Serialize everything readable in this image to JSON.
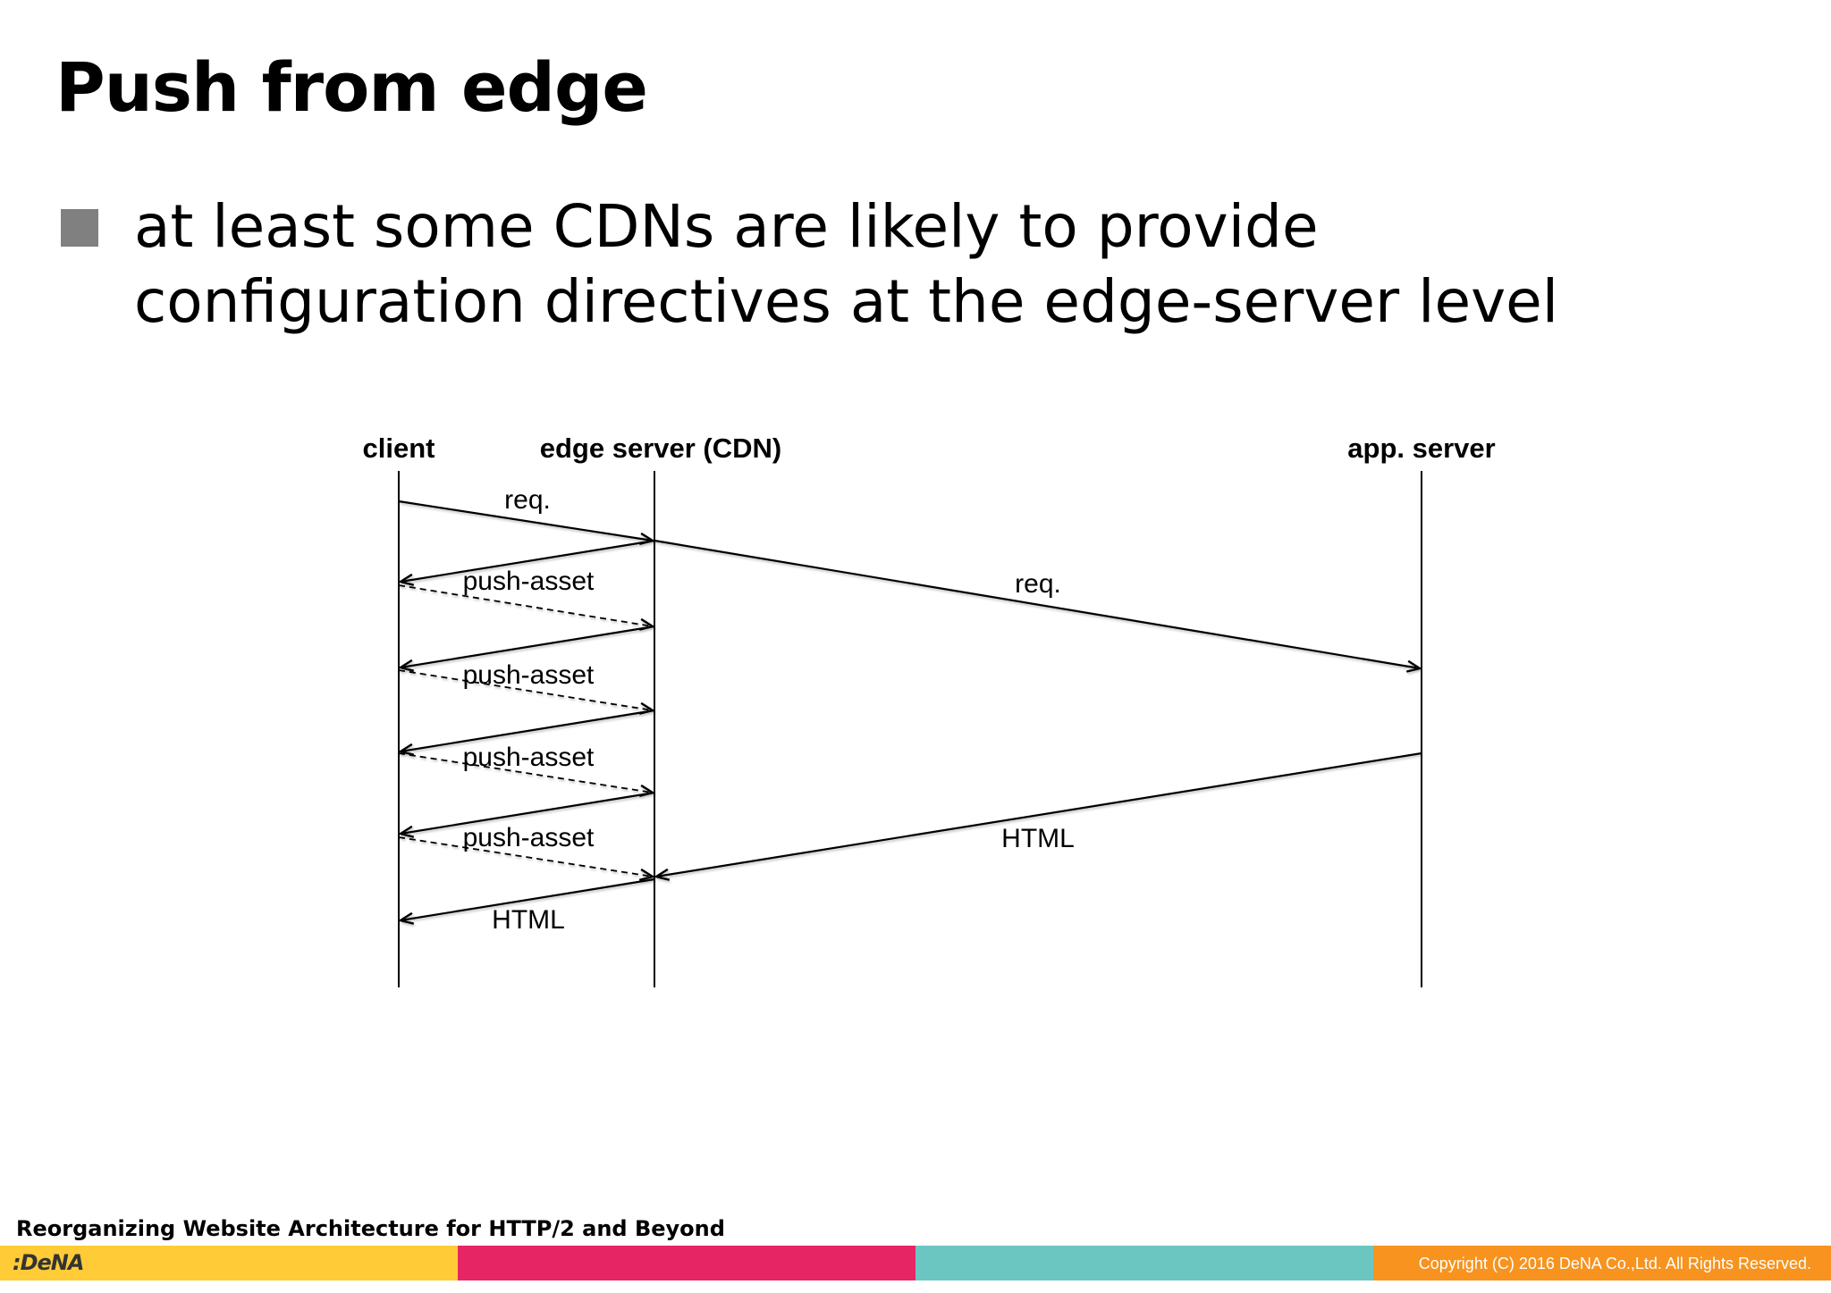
{
  "slide": {
    "title": "Push from edge",
    "bullet": {
      "line1": "at least some CDNs are likely to provide",
      "line2": "configuration directives at the edge-server level"
    }
  },
  "diagram": {
    "participants": [
      "client",
      "edge server (CDN)",
      "app. server"
    ],
    "messages": [
      {
        "from": "client",
        "to": "edge server (CDN)",
        "label": "req.",
        "style": "solid"
      },
      {
        "from": "edge server (CDN)",
        "to": "app. server",
        "label": "req.",
        "style": "solid"
      },
      {
        "from": "edge server (CDN)",
        "to": "client",
        "label": "push-asset",
        "style": "solid"
      },
      {
        "from": "client",
        "to": "edge server (CDN)",
        "label": "",
        "style": "dashed"
      },
      {
        "from": "edge server (CDN)",
        "to": "client",
        "label": "push-asset",
        "style": "solid"
      },
      {
        "from": "client",
        "to": "edge server (CDN)",
        "label": "",
        "style": "dashed"
      },
      {
        "from": "edge server (CDN)",
        "to": "client",
        "label": "push-asset",
        "style": "solid"
      },
      {
        "from": "client",
        "to": "edge server (CDN)",
        "label": "",
        "style": "dashed"
      },
      {
        "from": "edge server (CDN)",
        "to": "client",
        "label": "push-asset",
        "style": "solid"
      },
      {
        "from": "client",
        "to": "edge server (CDN)",
        "label": "",
        "style": "dashed"
      },
      {
        "from": "app. server",
        "to": "edge server (CDN)",
        "label": "HTML",
        "style": "solid"
      },
      {
        "from": "edge server (CDN)",
        "to": "client",
        "label": "HTML",
        "style": "solid"
      }
    ]
  },
  "footer": {
    "title": "Reorganizing Website Architecture for HTTP/2 and Beyond",
    "logo": ":DeNA",
    "copyright": "Copyright (C) 2016 DeNA Co.,Ltd. All Rights Reserved.",
    "colors": [
      "#FFCB37",
      "#E62565",
      "#6BC6C2",
      "#F7931E"
    ]
  }
}
